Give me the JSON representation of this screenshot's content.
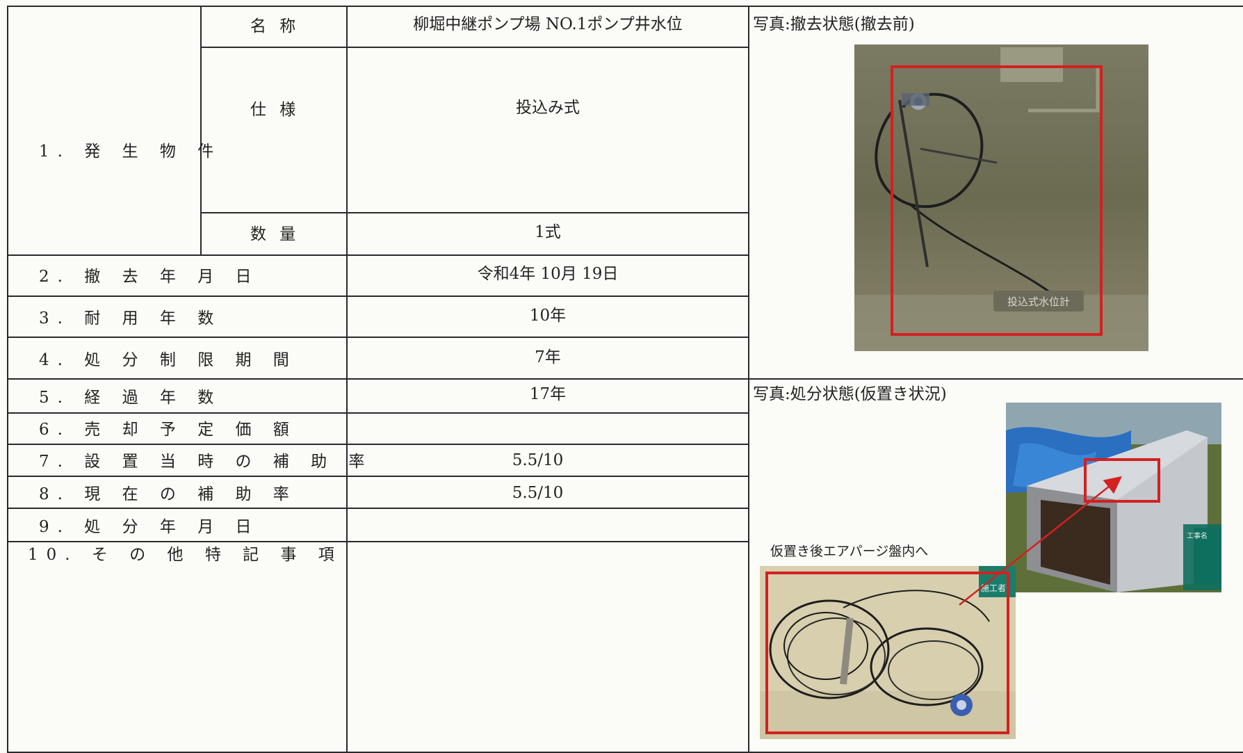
{
  "item_section": {
    "label": "1. 発 生 物 件",
    "name_label": "名 称",
    "name_value": "柳堀中継ポンプ場  NO.1ポンプ井水位",
    "spec_label": "仕 様",
    "spec_value": "投込み式",
    "qty_label": "数 量",
    "qty_value": "1式"
  },
  "rows": [
    {
      "label": "2. 撤 去 年 月 日",
      "value": "令和4年  10月  19日"
    },
    {
      "label": "3. 耐 用 年 数",
      "value": "10年"
    },
    {
      "label": "4. 処 分 制 限 期 間",
      "value": "7年"
    },
    {
      "label": "5. 経 過 年 数",
      "value": "17年"
    },
    {
      "label": "6. 売 却 予 定 価 額",
      "value": ""
    },
    {
      "label": "7. 設 置 当 時 の 補 助 率",
      "value": "5.5/10"
    },
    {
      "label": "8. 現 在 の 補 助 率",
      "value": "5.5/10"
    },
    {
      "label": "9. 処 分 年 月 日",
      "value": ""
    },
    {
      "label": "10. そ の 他 特 記 事 項",
      "value": ""
    }
  ],
  "photos": {
    "before_caption": "写真:撤去状態(撤去前)",
    "before_sign": "投込式水位計",
    "after_caption": "写真:処分状態(仮置き状況)",
    "after_note": "仮置き後エアパージ盤内へ",
    "board_label_1": "工事名",
    "board_label_2": "施工者"
  },
  "colors": {
    "line": "#2a2a2a",
    "highlight": "#d42020",
    "paper": "#fbfbf7"
  }
}
